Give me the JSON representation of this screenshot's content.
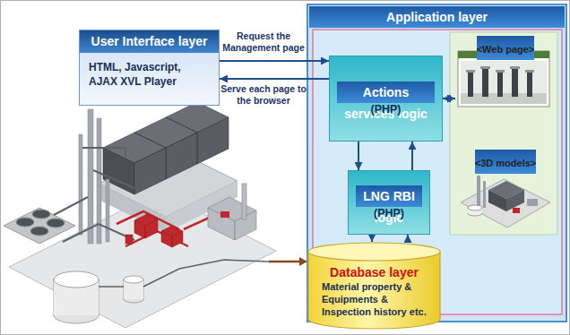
{
  "diagram": {
    "nodes": [
      {
        "text": [
          "User Interface layer",
          "HTML, Javascript, AJAX XVL Player"
        ]
      },
      {
        "text": [
          "Application layer"
        ]
      },
      {
        "text": [
          "Actions services logic",
          "(PHP)"
        ],
        "in": 1
      },
      {
        "text": [
          "<Web page>"
        ],
        "in": 1
      },
      {
        "text": [
          "<3D models>"
        ],
        "in": 1
      },
      {
        "text": [
          "LNG RBI logic",
          "(PHP)"
        ],
        "in": 1
      },
      {
        "text": [
          "Database layer",
          "Material property & Equipments & Inspection history etc."
        ]
      }
    ],
    "edges": [
      {
        "from": 0,
        "to": 2,
        "arrow": "to",
        "label": "Request the Management page"
      },
      {
        "from": 2,
        "to": 0,
        "arrow": "to",
        "label": "Serve each page to the browser"
      },
      {
        "from": 2,
        "to": 3,
        "arrow": "both"
      },
      {
        "from": 2,
        "to": 5,
        "arrow": "to"
      },
      {
        "from": 5,
        "to": 2,
        "arrow": "to"
      },
      {
        "from": 5,
        "to": 6,
        "arrow": "to"
      },
      {
        "from": 6,
        "to": 5,
        "arrow": "to"
      }
    ]
  }
}
